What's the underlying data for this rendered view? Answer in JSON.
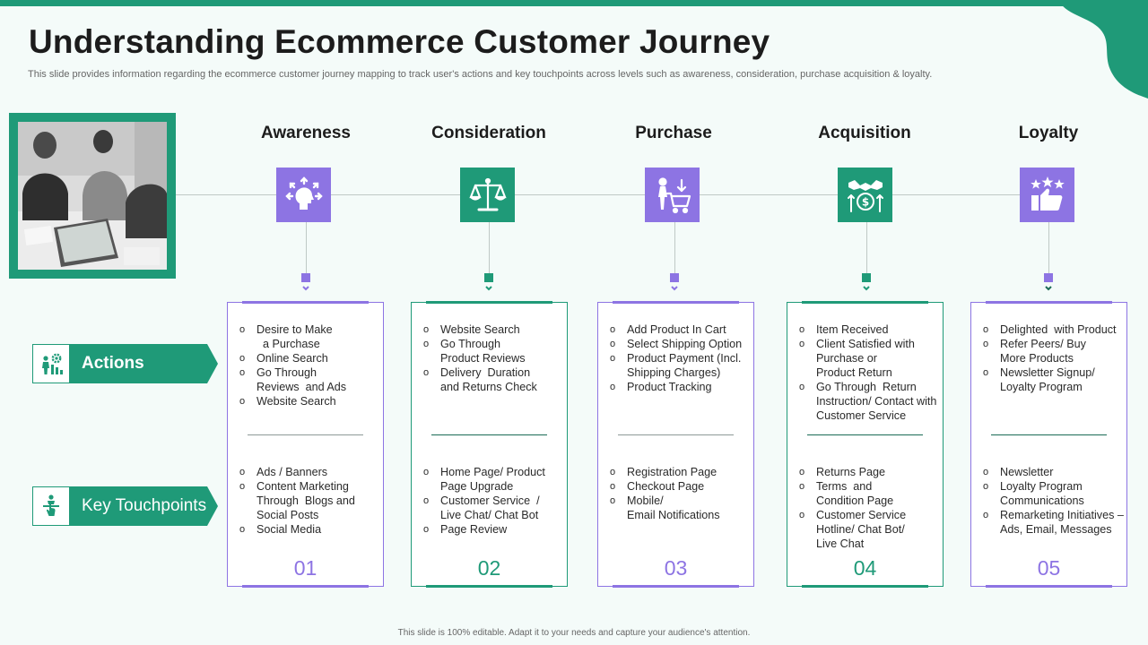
{
  "slide": {
    "title": "Understanding Ecommerce Customer Journey",
    "subtitle": "This slide provides information regarding the ecommerce customer journey mapping to track user's actions and key touchpoints across levels such as awareness, consideration, purchase acquisition & loyalty.",
    "footer": "This slide is 100% editable.  Adapt it to your needs and capture your audience's attention."
  },
  "colors": {
    "primary_green": "#1f9a78",
    "accent_purple": "#8d74e3"
  },
  "side_labels": {
    "actions": {
      "label": "Actions",
      "icon": "process-gear-person-icon"
    },
    "touchpoints": {
      "label": "Key Touchpoints",
      "icon": "touch-screen-person-icon"
    }
  },
  "stages": [
    {
      "title": "Awareness",
      "icon": "head-idea-arrows-icon",
      "color": "purple",
      "number": "01",
      "actions": [
        "Desire to Make\n  a Purchase",
        "Online Search",
        "Go Through\nReviews  and Ads",
        "Website Search"
      ],
      "touchpoints": [
        "Ads / Banners",
        "Content Marketing\nThrough  Blogs and\nSocial Posts",
        "Social Media"
      ]
    },
    {
      "title": "Consideration",
      "icon": "balance-scale-icon",
      "color": "green",
      "number": "02",
      "actions": [
        "Website Search",
        "Go Through\nProduct Reviews",
        "Delivery  Duration\nand Returns Check"
      ],
      "touchpoints": [
        "Home Page/ Product\nPage Upgrade",
        "Customer Service  /\nLive Chat/ Chat Bot",
        "Page Review"
      ]
    },
    {
      "title": "Purchase",
      "icon": "shopping-cart-person-icon",
      "color": "purple",
      "number": "03",
      "actions": [
        "Add Product In Cart",
        "Select Shipping Option",
        "Product Payment (Incl.\nShipping Charges)",
        "Product Tracking"
      ],
      "touchpoints": [
        "Registration Page",
        "Checkout Page",
        "Mobile/\nEmail Notifications"
      ]
    },
    {
      "title": "Acquisition",
      "icon": "handshake-dollar-icon",
      "color": "green",
      "number": "04",
      "actions": [
        "Item Received",
        "Client Satisfied with\nPurchase or\nProduct Return",
        "Go Through  Return\nInstruction/ Contact with\nCustomer Service"
      ],
      "touchpoints": [
        "Returns Page",
        "Terms  and\nCondition Page",
        "Customer Service\nHotline/ Chat Bot/\nLive Chat"
      ]
    },
    {
      "title": "Loyalty",
      "icon": "thumbs-up-stars-icon",
      "color": "purple",
      "number": "05",
      "actions": [
        "Delighted  with Product",
        "Refer Peers/ Buy\nMore Products",
        "Newsletter Signup/\nLoyalty Program"
      ],
      "touchpoints": [
        "Newsletter",
        "Loyalty Program\nCommunications",
        "Remarketing Initiatives –\nAds, Email, Messages"
      ]
    }
  ]
}
